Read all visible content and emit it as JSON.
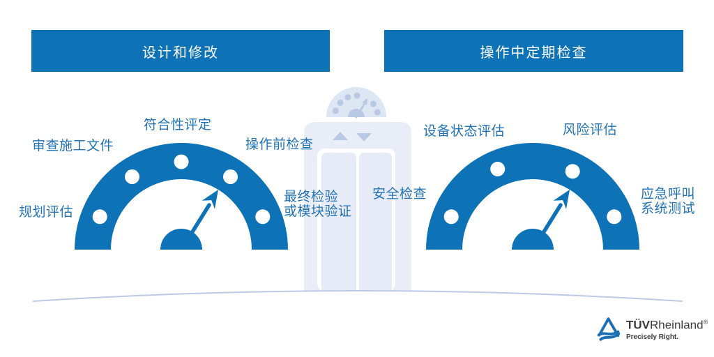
{
  "colors": {
    "primary_blue": "#0e72b7",
    "label_blue": "#2273b6",
    "elevator_pale": "#e9edf8",
    "elevator_panel": "#e7ebf7",
    "elevator_accent": "#b9c9e4",
    "mini_gauge_bg": "#dde6f3",
    "ground_line": "#bdc9e4",
    "logo_blue": "#1b70b4",
    "logo_text": "#3d3d3d"
  },
  "headers": {
    "left": "设计和修改",
    "right": "操作中定期检查"
  },
  "left_gauge": {
    "labels": {
      "plan": "规划评估",
      "review": "审查施工文件",
      "conformity": "符合性评定",
      "preop": "操作前检查",
      "final": "最终检验\n或模块验证"
    }
  },
  "right_gauge": {
    "labels": {
      "safety": "安全检查",
      "equipment": "设备状态评估",
      "risk": "风险评估",
      "emergency": "应急呼叫\n系统测试"
    }
  },
  "logo": {
    "brand_bold": "TÜV",
    "brand_regular": "Rheinland",
    "registered": "®",
    "tagline": "Precisely Right."
  }
}
